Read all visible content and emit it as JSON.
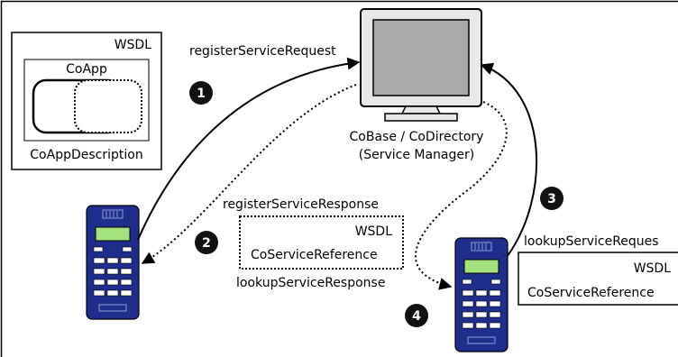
{
  "wsdl_box": {
    "wsdl_label": "WSDL",
    "coapp_label": "CoApp",
    "description_label": "CoAppDescription"
  },
  "server": {
    "name": "CoBase / CoDirectory",
    "role": "(Service Manager)"
  },
  "messages": {
    "register_request": "registerServiceRequest",
    "register_response": "registerServiceResponse",
    "lookup_response": "lookupServiceResponse",
    "lookup_request": "lookupServiceReques"
  },
  "response_box": {
    "wsdl_label": "WSDL",
    "reference_label": "CoServiceReference"
  },
  "request_box": {
    "wsdl_label": "WSDL",
    "reference_label": "CoServiceReference"
  },
  "steps": [
    "1",
    "2",
    "3",
    "4"
  ],
  "colors": {
    "phone_body": "#1f2d8c",
    "phone_screen": "#a4e27e",
    "monitor_frame": "#e8e8e8",
    "monitor_screen": "#aaaaaa",
    "step_badge": "#111111"
  }
}
